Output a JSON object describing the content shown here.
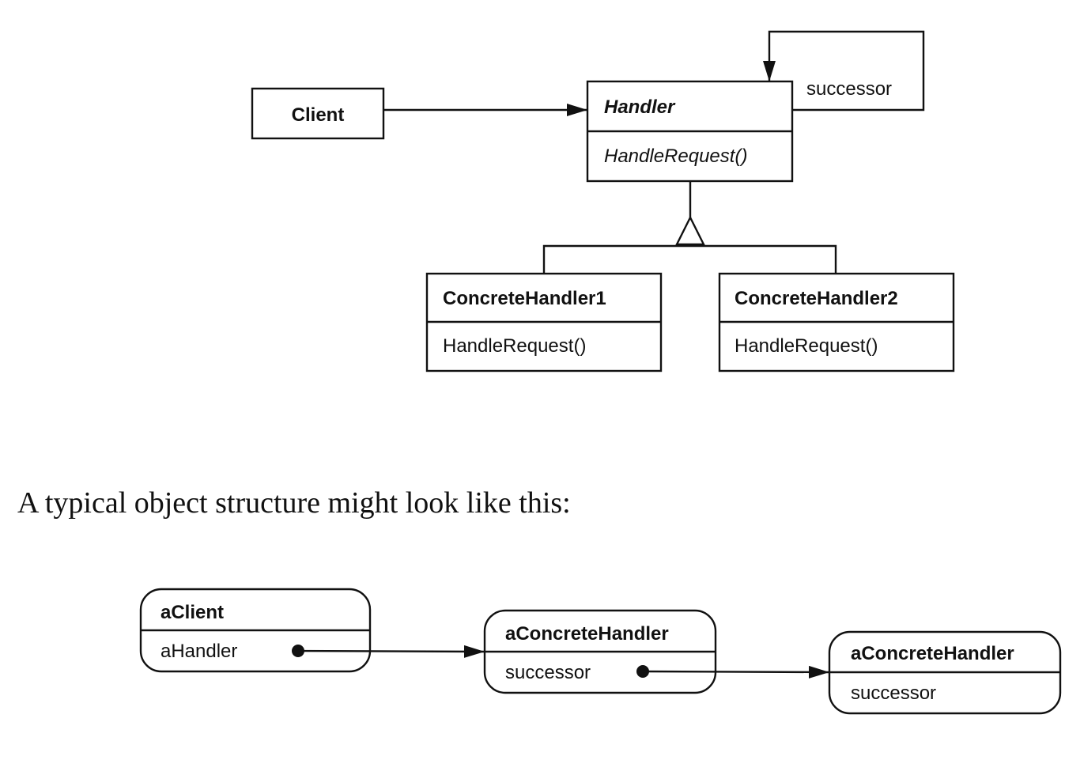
{
  "class_diagram": {
    "client": {
      "name": "Client"
    },
    "handler": {
      "name": "Handler",
      "operation": "HandleRequest()",
      "self_association_label": "successor"
    },
    "concrete_handler_1": {
      "name": "ConcreteHandler1",
      "operation": "HandleRequest()"
    },
    "concrete_handler_2": {
      "name": "ConcreteHandler2",
      "operation": "HandleRequest()"
    }
  },
  "caption": "A typical object structure might look like this:",
  "object_diagram": {
    "a_client": {
      "name": "aClient",
      "field": "aHandler"
    },
    "a_concrete_handler_1": {
      "name": "aConcreteHandler",
      "field": "successor"
    },
    "a_concrete_handler_2": {
      "name": "aConcreteHandler",
      "field": "successor"
    }
  }
}
